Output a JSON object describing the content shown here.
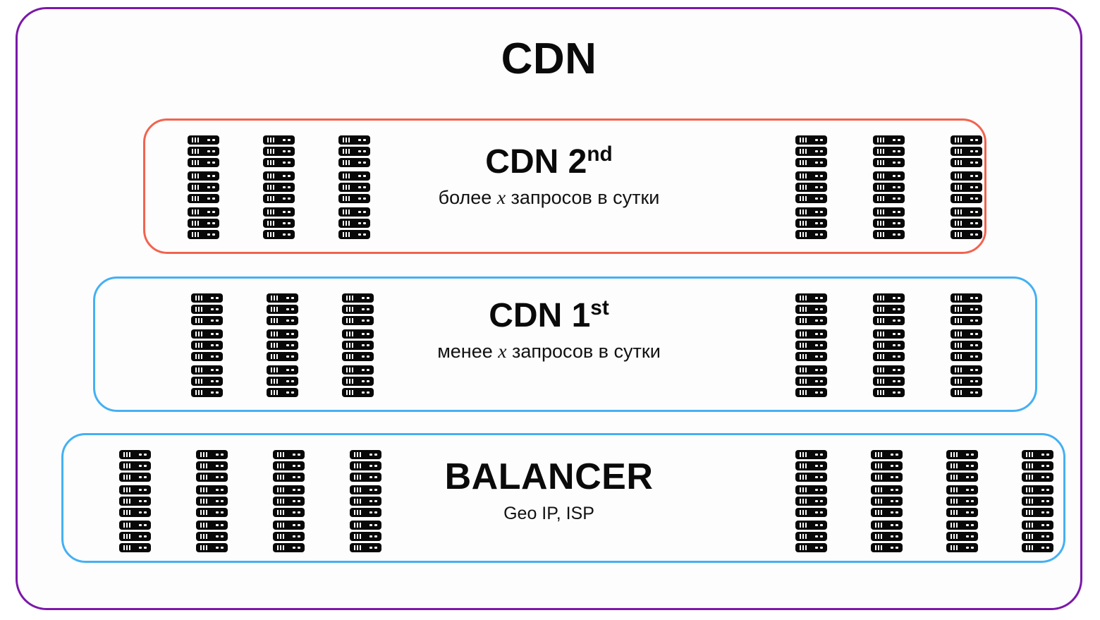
{
  "diagram": {
    "title": "CDN",
    "frame_color": "#7B18A8",
    "background": "#ffffff"
  },
  "tiers": [
    {
      "id": "cdn-2nd",
      "heading_text": "CDN 2",
      "heading_ordinal": "nd",
      "subtitle_prefix": "более ",
      "subtitle_variable": "x",
      "subtitle_suffix": " запросов в сутки",
      "border_color": "#F2634F",
      "server_icon_name": "server-stack-icon",
      "left_group": {
        "columns": 3,
        "rows": 3,
        "blades_per_stack": 3
      },
      "right_group": {
        "columns": 3,
        "rows": 3,
        "blades_per_stack": 3
      }
    },
    {
      "id": "cdn-1st",
      "heading_text": "CDN 1",
      "heading_ordinal": "st",
      "subtitle_prefix": "менее ",
      "subtitle_variable": "x",
      "subtitle_suffix": " запросов в сутки",
      "border_color": "#44B0F3",
      "server_icon_name": "server-stack-icon",
      "left_group": {
        "columns": 3,
        "rows": 3,
        "blades_per_stack": 3
      },
      "right_group": {
        "columns": 3,
        "rows": 3,
        "blades_per_stack": 3
      }
    },
    {
      "id": "balancer",
      "heading_text": "BALANCER",
      "heading_ordinal": "",
      "subtitle_prefix": "Geo IP, ISP",
      "subtitle_variable": "",
      "subtitle_suffix": "",
      "border_color": "#44B0F3",
      "server_icon_name": "server-stack-icon",
      "left_group": {
        "columns": 4,
        "rows": 3,
        "blades_per_stack": 3
      },
      "right_group": {
        "columns": 4,
        "rows": 3,
        "blades_per_stack": 3
      }
    }
  ]
}
